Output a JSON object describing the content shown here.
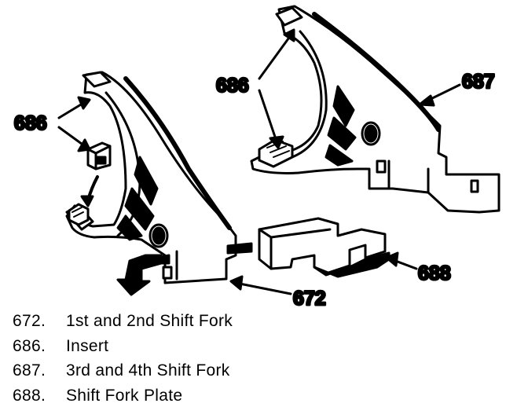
{
  "callouts": {
    "insert_left": "686",
    "insert_right": "686",
    "fork_3rd_4th": "687",
    "plate": "688",
    "fork_1st_2nd": "672"
  },
  "legend": [
    {
      "number": "672.",
      "label": "1st and 2nd Shift Fork"
    },
    {
      "number": "686.",
      "label": "Insert"
    },
    {
      "number": "687.",
      "label": "3rd and 4th Shift Fork"
    },
    {
      "number": "688.",
      "label": "Shift Fork Plate"
    }
  ],
  "colors": {
    "ink": "#000000",
    "paper": "#ffffff"
  }
}
